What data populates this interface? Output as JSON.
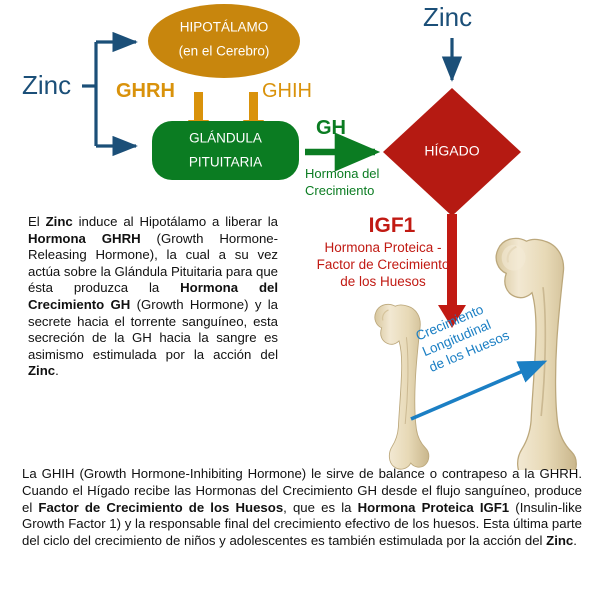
{
  "colors": {
    "zinc_blue": "#1B4F78",
    "hypothalamus_gold": "#C8860D",
    "hormone_orange": "#D9920B",
    "pituitary_green": "#0B7C22",
    "liver_red": "#B51A12",
    "igf_red": "#C11A13",
    "growth_arrow_blue": "#1B7FC4",
    "bone_cream": "#E9DCBE",
    "background": "#FFFFFF"
  },
  "diagram": {
    "zinc_left_label": "Zinc",
    "zinc_top_label": "Zinc",
    "hypothalamus": {
      "line1": "HIPOTÁLAMO",
      "line2": "(en el Cerebro)"
    },
    "pituitary": {
      "line1": "GLÁNDULA",
      "line2": "PITUITARIA"
    },
    "liver": {
      "label": "HÍGADO"
    },
    "ghrh_label": "GHRH",
    "ghih_label": "GHIH",
    "gh_label": "GH",
    "gh_sub_line1": "Hormona del",
    "gh_sub_line2": "Crecimiento",
    "igf1_label": "IGF1",
    "igf1_sub_line1": "Hormona Proteica -",
    "igf1_sub_line2": "Factor de Crecimiento",
    "igf1_sub_line3": "de los Huesos",
    "growth_note_line1": "Crecimiento",
    "growth_note_line2": "Longitudinal",
    "growth_note_line3": "de los Huesos"
  },
  "text": {
    "paragraph1_html": "El <b>Zinc</b> induce al Hipotálamo a liberar la <b>Hormona GHRH</b> (Growth Hormone-Releasing Hormone), la cual a su vez actúa sobre la Glándula Pituitaria para que ésta produzca la <b>Hormona del Crecimiento GH</b> (Growth Hormone) y la secrete hacia el torrente sanguíneo, esta secreción de la GH hacia la sangre es asimismo estimulada por la acción del <b>Zinc</b>.",
    "paragraph2_html": "La GHIH (Growth Hormone-Inhibiting Hormone) le sirve de balance o contrapeso a la GHRH. Cuando el Hígado recibe las Hormonas del Crecimiento GH desde el flujo sanguíneo, produce el <b>Factor de Crecimiento de los Huesos</b>, que es la <b>Hormona Proteica IGF1</b> (Insulin-like Growth Factor 1) y la responsable final del crecimiento efectivo de los huesos. Esta última parte del ciclo del crecimiento de niños y adolescentes es también estimulada por la acción del <b>Zinc</b>."
  }
}
